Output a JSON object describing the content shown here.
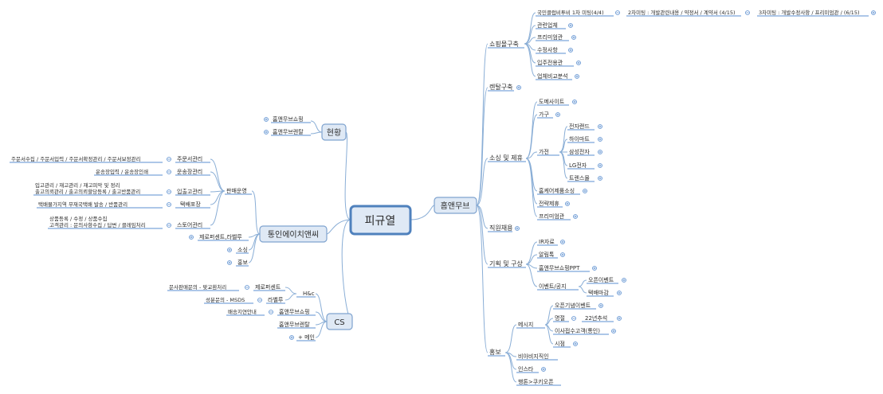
{
  "root": "피규열",
  "right_main": "홈앤무브",
  "left_top_main": "현황",
  "left_mid_main": "통인에이치앤씨",
  "left_bot_main": "CS",
  "right": {
    "shopping": "쇼핑몰구축",
    "meeting1": "국민클럽비투비 1차 미팅(4/4)",
    "meeting2": "2차미팅 : 개발관련내용 / 약정서 / 계약서 (4/15)",
    "meeting3": "3차미팅 : 개발수정사항 / 프리미엄관 / (6/15)",
    "related": "관련업체",
    "premium": "프리미엄관",
    "fix": "수정사항",
    "entry": "입주전용관",
    "compare": "업체비교분석",
    "rental": "렌탈구축",
    "sourcing": "소싱 및 제휴",
    "domain": "도메사이트",
    "furniture": "가구",
    "appliance": "가전",
    "elec_land": "전자랜드",
    "himart": "하이마트",
    "samsung": "삼성전자",
    "lg": "LG전자",
    "trends": "트렌스몰",
    "homecare": "홈케어제품소싱",
    "strategy": "전략제휴",
    "premium2": "프리미엄관",
    "recruit": "직원채용",
    "planning": "기획 및 구상",
    "ir": "IR자료",
    "alimtalk": "알림톡",
    "ppt": "홈앤무브쇼핑PPT",
    "event_notice": "이벤트/공지",
    "open_event": "오픈이벤트",
    "delivery_deadline": "택배마감",
    "promo": "홍보",
    "message": "메시지",
    "open_commem": "오픈기념이벤트",
    "holiday": "명절",
    "chuseok": "22년추석",
    "movein": "이사접수고객(통인)",
    "market": "시점",
    "biz_card": "비아비지직인",
    "insta": "인스타",
    "pong": "행톤>쿠키오픈"
  },
  "left_top": {
    "shop": "홈앤무브쇼핑",
    "rental": "홈앤무브렌탈"
  },
  "left_mid": {
    "sales_ops": "판매운영",
    "order_mgmt": "주문서관리",
    "order_detail": "주문서수집 / 주문서입력 / 주문서확정관리 / 주문서보정관리",
    "invoice_mgmt": "운송장관리",
    "invoice_detail": "운송장입력 / 운송장인쇄",
    "inout_mgmt": "입출고관리",
    "inout_detail1": "입고관리 / 재고관리 / 재고피악 및 정리",
    "inout_detail2": "출고의뢰관리 / 출고의뢰할당등록 / 출고반품관리",
    "packing": "택배포장",
    "packing_detail": "택배물가지역 무재국택배 발송 / 반품관리",
    "store_mgmt": "스토어관리",
    "store_detail1": "상품등록 / 수정 / 상품수집",
    "store_detail2": "고객관리 : 문의사항수집 / 답변 / 클레임처리",
    "zero_percent": "제로퍼센트,라벨루",
    "sourcing": "소싱",
    "promo": "홍보"
  },
  "left_bot": {
    "hnc": "H&c",
    "zero": "제로퍼센트",
    "zero_detail": "문사판매문의 - 맞교환처리",
    "label": "라벨루",
    "label_detail": "성분문의 - MSDS",
    "shop": "홈앤무브쇼핑",
    "shop_detail": "배송지연안내",
    "rental": "홈앤무브렌탈",
    "misc": "+ 메인"
  }
}
